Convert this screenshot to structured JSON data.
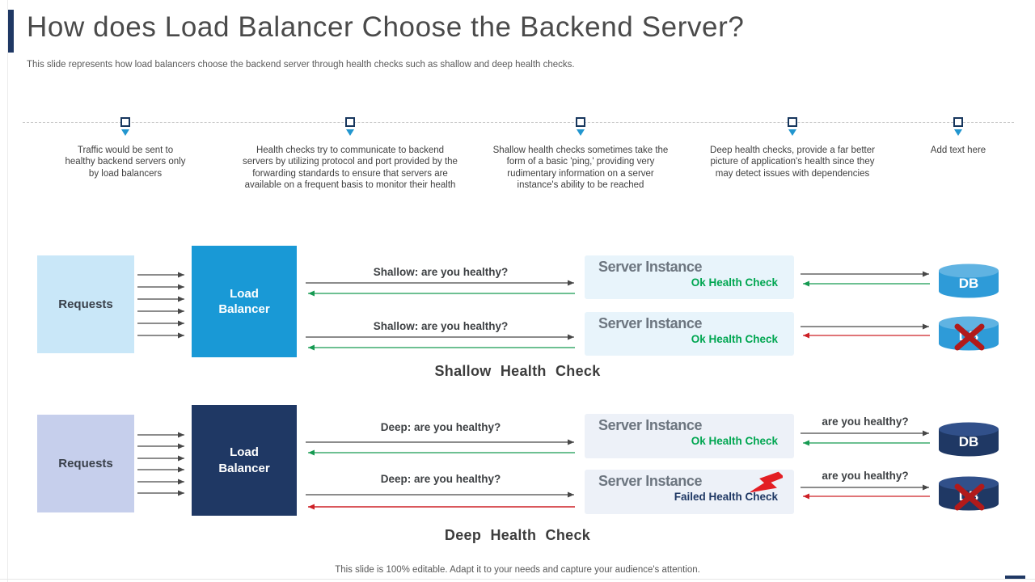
{
  "header": {
    "title": "How does Load Balancer Choose the Backend Server?",
    "subtitle": "This slide represents how load balancers choose the backend server through health checks such as shallow and deep health checks."
  },
  "timeline": {
    "items": [
      {
        "text": "Traffic would be sent to healthy backend servers only by load balancers"
      },
      {
        "text": "Health checks try to communicate to backend servers by utilizing protocol and port provided by the forwarding standards to ensure that servers are available on a frequent basis to monitor their health"
      },
      {
        "text": "Shallow health checks sometimes take the form of a basic 'ping,' providing very rudimentary information on a server instance's ability to be reached"
      },
      {
        "text": "Deep health checks, provide a far better picture of application's health since they may detect issues with dependencies"
      },
      {
        "text": "Add text here"
      }
    ]
  },
  "shallow": {
    "requests_label": "Requests",
    "load_balancer_label": "Load Balancer",
    "caption": "Shallow Health Check",
    "rows": [
      {
        "question": "Shallow: are you healthy?",
        "server_title": "Server Instance",
        "status": "Ok Health Check",
        "db_label": "DB"
      },
      {
        "question": "Shallow: are you healthy?",
        "server_title": "Server Instance",
        "status": "Ok Health Check",
        "db_label": "DB"
      }
    ]
  },
  "deep": {
    "requests_label": "Requests",
    "load_balancer_label": "Load Balancer",
    "caption": "Deep Health Check",
    "rows": [
      {
        "question": "Deep: are you healthy?",
        "db_question": "are you healthy?",
        "server_title": "Server Instance",
        "status": "Ok Health Check",
        "db_label": "DB"
      },
      {
        "question": "Deep: are you healthy?",
        "db_question": "are you healthy?",
        "server_title": "Server Instance",
        "status": "Failed Health Check",
        "db_label": "DB"
      }
    ]
  },
  "footer": {
    "note": "This slide is 100% editable. Adapt it to your needs and capture your audience's attention."
  },
  "colors": {
    "accent_navy": "#1f3864",
    "bright_blue": "#1999d6",
    "shallow_requests_fill": "#c9e7f8",
    "deep_requests_fill": "#c6cfec",
    "server_box_shallow": "#e8f4fb",
    "server_box_deep": "#edf1f8",
    "ok_green": "#00a651",
    "failed_navy": "#1f3864",
    "arrow_gray": "#474747",
    "arrow_green": "#169a52",
    "arrow_red": "#cd2026",
    "db_blue_body": "#2e9bd8",
    "db_blue_top": "#60b3e2",
    "db_navy_body": "#1f3864",
    "db_navy_top": "#31508a",
    "x_dark_red": "#b11a1a",
    "timeline_pointer_blue": "#2296cf"
  },
  "icons": {
    "timeline_marker": "square-outline-icon",
    "timeline_pointer": "down-triangle-icon",
    "database": "db-cylinder-icon",
    "db_failure": "red-x-icon",
    "health_failure": "red-lightning-icon"
  }
}
